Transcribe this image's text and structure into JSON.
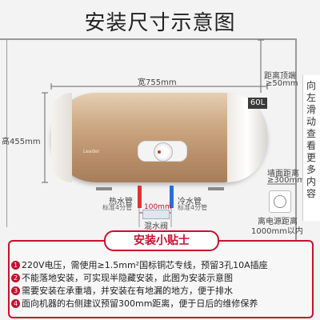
{
  "title": "安装尺寸示意图",
  "dimensions": {
    "width": "宽755mm",
    "height": "高455mm",
    "top_clearance_label": "距离顶端",
    "top_clearance_value": "≥50mm",
    "side_clearance_label": "墙面距离",
    "side_clearance_value": "≥300mm",
    "pipe_spacing": "100mm"
  },
  "heater": {
    "capacity": "60L",
    "brand": "Leader",
    "color_body": "#c9a37e"
  },
  "pipes": {
    "hot_label": "热水管",
    "hot_sub": "标准4分管",
    "cold_label": "冷水管",
    "cold_sub": "标准4分管",
    "valve_label": "混水阀",
    "hot_color": "#d33333",
    "cold_color": "#2a6fd6"
  },
  "socket": {
    "line1": "离电源距离",
    "line2": "1000mm以内"
  },
  "tips": {
    "heading": "安装小贴士",
    "items": [
      {
        "num": "1",
        "text": "220V电压，需使用≥1.5mm²国标铜芯专线，预留3孔10A插座"
      },
      {
        "num": "2",
        "text": "不能落地安装，可实现半隐藏安装，此图为安装示意图"
      },
      {
        "num": "3",
        "text": "需要安装在承重墙，并安装在有地漏的地方，便于排水"
      },
      {
        "num": "4",
        "text": "面向机器的右侧建议预留300mm距离，便于日后的维修保养"
      }
    ],
    "accent": "#c8102e"
  },
  "sidebar": {
    "text": "向左滑动查看更多内容"
  }
}
